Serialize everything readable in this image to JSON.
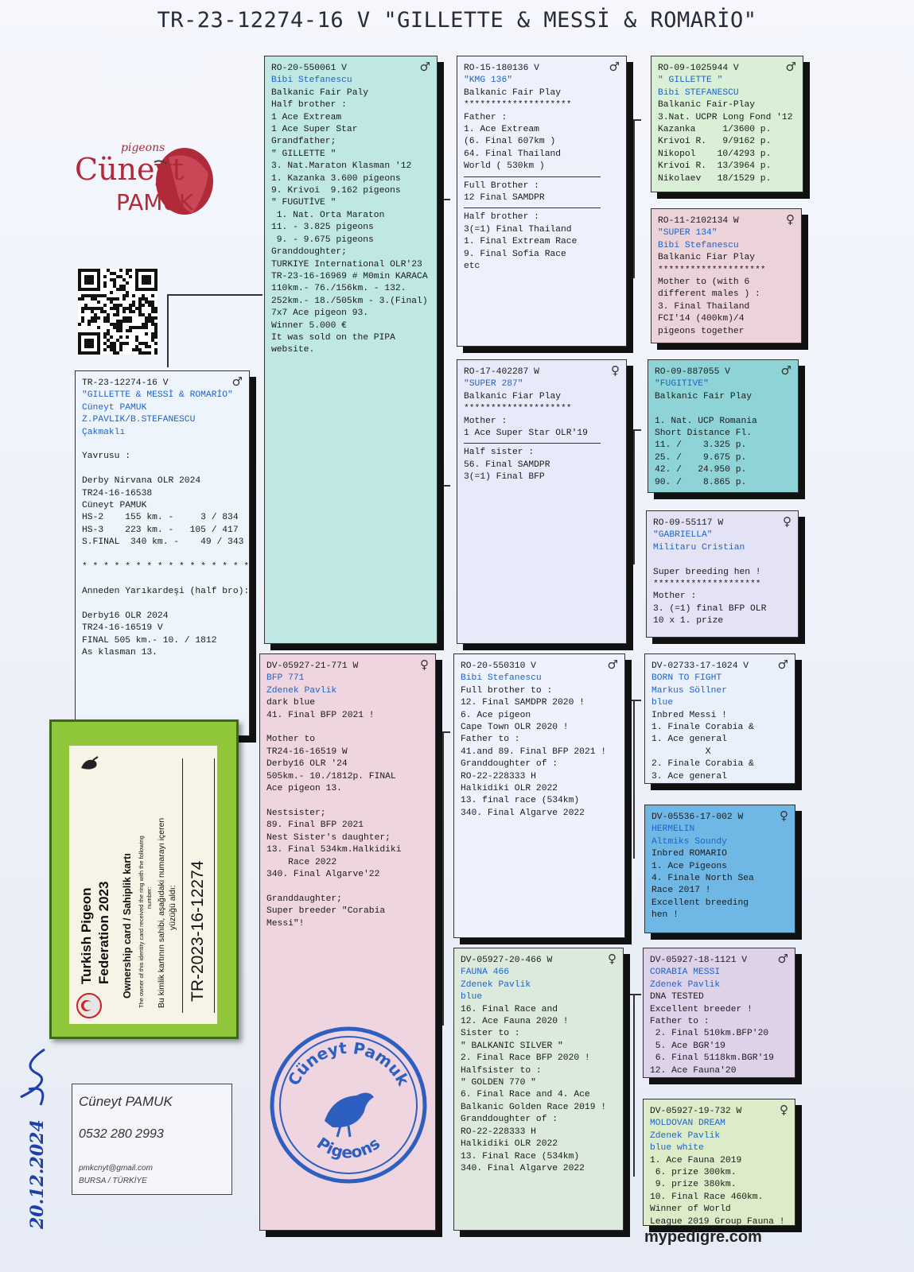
{
  "title": "TR-23-12274-16 V \"GILLETTE & MESSİ & ROMARİO\"",
  "logo": {
    "top": "pigeons",
    "main": "Cüneyt",
    "sub": "PAMUK"
  },
  "subject": {
    "sex": "♂",
    "lines": [
      {
        "t": "TR-23-12274-16 V",
        "c": "ring"
      },
      {
        "t": "\"GILLETTE & MESSİ & ROMARİO\"",
        "c": "name"
      },
      {
        "t": "Cüneyt PAMUK",
        "c": "owner"
      },
      {
        "t": "Z.PAVLIK/B.STEFANESCU",
        "c": "owner"
      },
      {
        "t": "Çakmaklı",
        "c": "owner"
      },
      {
        "t": " ",
        "c": "plain"
      },
      {
        "t": "Yavrusu :",
        "c": "plain"
      },
      {
        "t": " ",
        "c": "plain"
      },
      {
        "t": "Derby Nirvana OLR 2024",
        "c": "plain"
      },
      {
        "t": "TR24-16-16538",
        "c": "plain"
      },
      {
        "t": "Cüneyt PAMUK",
        "c": "plain"
      },
      {
        "t": "HS-2    155 km. -     3 / 834",
        "c": "plain"
      },
      {
        "t": "HS-3    223 km. -   105 / 417",
        "c": "plain"
      },
      {
        "t": "S.FINAL  340 km. -    49 / 343",
        "c": "plain"
      },
      {
        "t": " ",
        "c": "plain"
      },
      {
        "t": "* * * * * * * * * * * * * * * *",
        "c": "plain"
      },
      {
        "t": " ",
        "c": "plain"
      },
      {
        "t": "Anneden Yarıkardeşi (half bro):",
        "c": "plain"
      },
      {
        "t": " ",
        "c": "plain"
      },
      {
        "t": "Derby16 OLR 2024",
        "c": "plain"
      },
      {
        "t": "TR24-16-16519 V",
        "c": "plain"
      },
      {
        "t": "FINAL 505 km.- 10. / 1812",
        "c": "plain"
      },
      {
        "t": "As klasman 13.",
        "c": "plain"
      }
    ]
  },
  "sire": {
    "sex": "♂",
    "lines": [
      {
        "t": "RO-20-550061 V",
        "c": "ring"
      },
      {
        "t": "Bibi Stefanescu",
        "c": "name"
      },
      {
        "t": "Balkanic Fair Paly",
        "c": "plain"
      },
      {
        "t": "Half brother :",
        "c": "plain"
      },
      {
        "t": "1 Ace Extream",
        "c": "plain"
      },
      {
        "t": "1 Ace Super Star",
        "c": "plain"
      },
      {
        "t": "Grandfather;",
        "c": "plain"
      },
      {
        "t": "\" GILLETTE \"",
        "c": "plain"
      },
      {
        "t": "3. Nat.Maraton Klasman '12",
        "c": "plain"
      },
      {
        "t": "1. Kazanka 3.600 pigeons",
        "c": "plain"
      },
      {
        "t": "9. Krivoi  9.162 pigeons",
        "c": "plain"
      },
      {
        "t": "\" FUGUTİVE \"",
        "c": "plain"
      },
      {
        "t": " 1. Nat. Orta Maraton",
        "c": "plain"
      },
      {
        "t": "11. - 3.825 pigeons",
        "c": "plain"
      },
      {
        "t": " 9. - 9.675 pigeons",
        "c": "plain"
      },
      {
        "t": "Granddoughter;",
        "c": "plain"
      },
      {
        "t": "TURKIYE International OLR'23",
        "c": "plain"
      },
      {
        "t": "TR-23-16-16969 # M0min KARACA",
        "c": "plain"
      },
      {
        "t": "110km.- 76./156km. - 132.",
        "c": "plain"
      },
      {
        "t": "252km.- 18./505km - 3.(Final)",
        "c": "plain"
      },
      {
        "t": "7x7 Ace pigeon 93.",
        "c": "plain"
      },
      {
        "t": "Winner 5.000 €",
        "c": "plain"
      },
      {
        "t": "It was sold on the PIPA",
        "c": "plain"
      },
      {
        "t": "website.",
        "c": "plain"
      }
    ]
  },
  "dam": {
    "sex": "♀",
    "lines": [
      {
        "t": "DV-05927-21-771 W",
        "c": "ring"
      },
      {
        "t": "BFP 771",
        "c": "name"
      },
      {
        "t": "Zdenek Pavlik",
        "c": "name"
      },
      {
        "t": "dark blue",
        "c": "plain"
      },
      {
        "t": "41. Final BFP 2021 !",
        "c": "plain"
      },
      {
        "t": " ",
        "c": "plain"
      },
      {
        "t": "Mother to",
        "c": "plain"
      },
      {
        "t": "TR24-16-16519 W",
        "c": "plain"
      },
      {
        "t": "Derby16 OLR '24",
        "c": "plain"
      },
      {
        "t": "505km.- 10./1812p. FINAL",
        "c": "plain"
      },
      {
        "t": "Ace pigeon 13.",
        "c": "plain"
      },
      {
        "t": " ",
        "c": "plain"
      },
      {
        "t": "Nestsister;",
        "c": "plain"
      },
      {
        "t": "89. Final BFP 2021",
        "c": "plain"
      },
      {
        "t": "Nest Sister's daughter;",
        "c": "plain"
      },
      {
        "t": "13. Final 534km.Halkidiki",
        "c": "plain"
      },
      {
        "t": "    Race 2022",
        "c": "plain"
      },
      {
        "t": "340. Final Algarve'22",
        "c": "plain"
      },
      {
        "t": " ",
        "c": "plain"
      },
      {
        "t": "Granddaughter;",
        "c": "plain"
      },
      {
        "t": "Super breeder \"Corabia",
        "c": "plain"
      },
      {
        "t": "Messi\"!",
        "c": "plain"
      }
    ]
  },
  "ss": {
    "sex": "♂",
    "lines": [
      {
        "t": "RO-15-180136 V",
        "c": "ring"
      },
      {
        "t": "\"KMG 136\"",
        "c": "name"
      },
      {
        "t": "Balkanic Fair Play",
        "c": "plain"
      },
      {
        "t": "********************",
        "c": "plain"
      },
      {
        "t": "Father :",
        "c": "plain"
      },
      {
        "t": "1. Ace Extream",
        "c": "plain"
      },
      {
        "t": "(6. Final 607km )",
        "c": "plain"
      },
      {
        "t": "64. Final Thailand",
        "c": "plain"
      },
      {
        "t": "World ( 530km )",
        "c": "plain"
      },
      {
        "t": "---",
        "c": "hr"
      },
      {
        "t": "Full Brother :",
        "c": "plain"
      },
      {
        "t": "12 Final SAMDPR",
        "c": "plain"
      },
      {
        "t": "---",
        "c": "hr"
      },
      {
        "t": "Half brother :",
        "c": "plain"
      },
      {
        "t": "3(=1) Final Thailand",
        "c": "plain"
      },
      {
        "t": "1. Final Extream Race",
        "c": "plain"
      },
      {
        "t": "9. Final Sofia Race",
        "c": "plain"
      },
      {
        "t": "etc",
        "c": "plain"
      }
    ]
  },
  "sd": {
    "sex": "♀",
    "lines": [
      {
        "t": "RO-17-402287 W",
        "c": "ring"
      },
      {
        "t": "\"SUPER 287\"",
        "c": "name"
      },
      {
        "t": "Balkanic Fiar Play",
        "c": "plain"
      },
      {
        "t": "********************",
        "c": "plain"
      },
      {
        "t": "Mother :",
        "c": "plain"
      },
      {
        "t": "1 Ace Super Star OLR'19",
        "c": "plain"
      },
      {
        "t": "---",
        "c": "hr"
      },
      {
        "t": "Half sister :",
        "c": "plain"
      },
      {
        "t": "56. Final SAMDPR",
        "c": "plain"
      },
      {
        "t": "3(=1) Final BFP",
        "c": "plain"
      }
    ]
  },
  "ds": {
    "sex": "♂",
    "lines": [
      {
        "t": "RO-20-550310 V",
        "c": "ring"
      },
      {
        "t": "Bibi Stefanescu",
        "c": "name"
      },
      {
        "t": "Full brother to :",
        "c": "plain"
      },
      {
        "t": "12. Final SAMDPR 2020 !",
        "c": "plain"
      },
      {
        "t": "6. Ace pigeon",
        "c": "plain"
      },
      {
        "t": "Cape Town OLR 2020 !",
        "c": "plain"
      },
      {
        "t": "Father to :",
        "c": "plain"
      },
      {
        "t": "41.and 89. Final BFP 2021 !",
        "c": "plain"
      },
      {
        "t": "Granddoughter of :",
        "c": "plain"
      },
      {
        "t": "RO-22-228333 H",
        "c": "plain"
      },
      {
        "t": "Halkidiki OLR 2022",
        "c": "plain"
      },
      {
        "t": "13. final race (534km)",
        "c": "plain"
      },
      {
        "t": "340. Final Algarve 2022",
        "c": "plain"
      }
    ]
  },
  "dd": {
    "sex": "♀",
    "lines": [
      {
        "t": "DV-05927-20-466 W",
        "c": "ring"
      },
      {
        "t": "FAUNA 466",
        "c": "name"
      },
      {
        "t": "Zdenek Pavlik",
        "c": "name"
      },
      {
        "t": "blue",
        "c": "name"
      },
      {
        "t": "16. Final Race and",
        "c": "plain"
      },
      {
        "t": "12. Ace Fauna 2020 !",
        "c": "plain"
      },
      {
        "t": "Sister to :",
        "c": "plain"
      },
      {
        "t": "\" BALKANIC SILVER \"",
        "c": "plain"
      },
      {
        "t": "2. Final Race BFP 2020 !",
        "c": "plain"
      },
      {
        "t": "Halfsister to :",
        "c": "plain"
      },
      {
        "t": "\" GOLDEN 770 \"",
        "c": "plain"
      },
      {
        "t": "6. Final Race and 4. Ace",
        "c": "plain"
      },
      {
        "t": "Balkanic Golden Race 2019 !",
        "c": "plain"
      },
      {
        "t": "Granddoughter of :",
        "c": "plain"
      },
      {
        "t": "RO-22-228333 H",
        "c": "plain"
      },
      {
        "t": "Halkidiki OLR 2022",
        "c": "plain"
      },
      {
        "t": "13. Final Race (534km)",
        "c": "plain"
      },
      {
        "t": "340. Final Algarve 2022",
        "c": "plain"
      }
    ]
  },
  "sss": {
    "sex": "♂",
    "lines": [
      {
        "t": "RO-09-1025944 V",
        "c": "ring"
      },
      {
        "t": "\" GILLETTE \"",
        "c": "name"
      },
      {
        "t": "Bibi STEFANESCU",
        "c": "name"
      },
      {
        "t": "Balkanic Fair-Play",
        "c": "plain"
      },
      {
        "t": "3.Nat. UCPR Long Fond '12",
        "c": "plain"
      },
      {
        "t": "Kazanka     1/3600 p.",
        "c": "plain"
      },
      {
        "t": "Krivoi R.   9/9162 p.",
        "c": "plain"
      },
      {
        "t": "Nikopol    10/4293 p.",
        "c": "plain"
      },
      {
        "t": "Krivoi R.  13/3964 p.",
        "c": "plain"
      },
      {
        "t": "Nikolaev   18/1529 p.",
        "c": "plain"
      }
    ]
  },
  "ssd": {
    "sex": "♀",
    "lines": [
      {
        "t": "RO-11-2102134 W",
        "c": "ring"
      },
      {
        "t": "\"SUPER 134\"",
        "c": "name"
      },
      {
        "t": "Bibi Stefanescu",
        "c": "name"
      },
      {
        "t": "Balkanic Fiar Play",
        "c": "plain"
      },
      {
        "t": "********************",
        "c": "plain"
      },
      {
        "t": "Mother to (with 6",
        "c": "plain"
      },
      {
        "t": "different males ) :",
        "c": "plain"
      },
      {
        "t": "3. Final Thailand",
        "c": "plain"
      },
      {
        "t": "FCI'14 (400km)/4",
        "c": "plain"
      },
      {
        "t": "pigeons together",
        "c": "plain"
      }
    ]
  },
  "sds": {
    "sex": "♂",
    "lines": [
      {
        "t": "RO-09-887055 V",
        "c": "ring"
      },
      {
        "t": "\"FUGITIVE\"",
        "c": "name"
      },
      {
        "t": "Balkanic Fair Play",
        "c": "plain"
      },
      {
        "t": " ",
        "c": "plain"
      },
      {
        "t": "1. Nat. UCP Romania",
        "c": "plain"
      },
      {
        "t": "Short Distance Fl.",
        "c": "plain"
      },
      {
        "t": "11. /    3.325 p.",
        "c": "plain"
      },
      {
        "t": "25. /    9.675 p.",
        "c": "plain"
      },
      {
        "t": "42. /   24.950 p.",
        "c": "plain"
      },
      {
        "t": "90. /    8.865 p.",
        "c": "plain"
      }
    ]
  },
  "sdd": {
    "sex": "♀",
    "lines": [
      {
        "t": "RO-09-55117 W",
        "c": "ring"
      },
      {
        "t": "\"GABRIELLA\"",
        "c": "name"
      },
      {
        "t": "Militaru Cristian",
        "c": "name"
      },
      {
        "t": " ",
        "c": "plain"
      },
      {
        "t": "Super breeding hen !",
        "c": "plain"
      },
      {
        "t": "********************",
        "c": "plain"
      },
      {
        "t": "Mother :",
        "c": "plain"
      },
      {
        "t": "3. (=1) final BFP OLR",
        "c": "plain"
      },
      {
        "t": "10 x 1. prize",
        "c": "plain"
      }
    ]
  },
  "dss": {
    "sex": "♂",
    "lines": [
      {
        "t": "DV-02733-17-1024 V",
        "c": "ring"
      },
      {
        "t": "BORN TO FIGHT",
        "c": "name"
      },
      {
        "t": "Markus Söllner",
        "c": "name"
      },
      {
        "t": "blue",
        "c": "name"
      },
      {
        "t": "Inbred Messi !",
        "c": "plain"
      },
      {
        "t": "1. Finale Corabia &",
        "c": "plain"
      },
      {
        "t": "1. Ace general",
        "c": "plain"
      },
      {
        "t": "          X",
        "c": "plain"
      },
      {
        "t": "2. Finale Corabia &",
        "c": "plain"
      },
      {
        "t": "3. Ace general",
        "c": "plain"
      }
    ]
  },
  "dsd": {
    "sex": "♀",
    "lines": [
      {
        "t": "DV-05536-17-002 W",
        "c": "ring"
      },
      {
        "t": "HERMELIN",
        "c": "name"
      },
      {
        "t": "Altmiks Soundy",
        "c": "name"
      },
      {
        "t": "Inbred ROMARIO",
        "c": "plain"
      },
      {
        "t": "1. Ace Pigeons",
        "c": "plain"
      },
      {
        "t": "4. Finale North Sea",
        "c": "plain"
      },
      {
        "t": "Race 2017 !",
        "c": "plain"
      },
      {
        "t": "Excellent breeding",
        "c": "plain"
      },
      {
        "t": "hen !",
        "c": "plain"
      }
    ]
  },
  "dds": {
    "sex": "♂",
    "lines": [
      {
        "t": "DV-05927-18-1121 V",
        "c": "ring"
      },
      {
        "t": "CORABIA MESSI",
        "c": "name"
      },
      {
        "t": "Zdenek Pavlik",
        "c": "name"
      },
      {
        "t": "DNA TESTED",
        "c": "plain"
      },
      {
        "t": "Excellent breeder !",
        "c": "plain"
      },
      {
        "t": "Father to :",
        "c": "plain"
      },
      {
        "t": " 2. Final 510km.BFP'20",
        "c": "plain"
      },
      {
        "t": " 5. Ace BGR'19",
        "c": "plain"
      },
      {
        "t": " 6. Final 5118km.BGR'19",
        "c": "plain"
      },
      {
        "t": "12. Ace Fauna'20",
        "c": "plain"
      }
    ]
  },
  "ddd": {
    "sex": "♀",
    "lines": [
      {
        "t": "DV-05927-19-732 W",
        "c": "ring"
      },
      {
        "t": "MOLDOVAN DREAM",
        "c": "name"
      },
      {
        "t": "Zdenek Pavlik",
        "c": "name"
      },
      {
        "t": "blue white",
        "c": "name"
      },
      {
        "t": "1. Ace Fauna 2019",
        "c": "plain"
      },
      {
        "t": " 6. prize 300km.",
        "c": "plain"
      },
      {
        "t": " 9. prize 380km.",
        "c": "plain"
      },
      {
        "t": "10. Final Race 460km.",
        "c": "plain"
      },
      {
        "t": "Winner of World",
        "c": "plain"
      },
      {
        "t": "League 2019 Group Fauna !",
        "c": "plain"
      }
    ]
  },
  "federation_card": {
    "org1": "Turkish Pigeon",
    "org2": "Federation 2023",
    "card_title": "Ownership card / Sahiplik kartı",
    "en_text1": "The owner of this identity card received the ring with the following",
    "en_text2": "number:",
    "tr_text1": "Bu kimlik kartının sahibi, aşağıdaki numarayı içeren",
    "tr_text2": "yüzüğü aldı:",
    "ring": "TR-2023-16-12274"
  },
  "contact": {
    "name": "Cüneyt PAMUK",
    "phone": "0532 280 2993",
    "email": "pmkcnyt@gmail.com",
    "city": "BURSA / TÜRKİYE"
  },
  "stamp": {
    "top": "Cüneyt Pamuk",
    "bottom": "Pigeons"
  },
  "signature_date": "20.12.2024",
  "website": "mypedigre.com",
  "colors": {
    "subject": "#eef4fc",
    "sire": "#bfe7e4",
    "dam": "#efd5e0",
    "ss": "#eef1fb",
    "sd": "#e9eaf9",
    "ds": "#eef2fc",
    "dd": "#dce9dd",
    "sss": "#d9efd6",
    "ssd": "#ecd3d9",
    "sds": "#8ed3d6",
    "sdd": "#e4e3f6",
    "dss": "#eaf0fb",
    "dsd": "#6fb8e6",
    "dds": "#ddd2e8",
    "ddd": "#dcecc9"
  }
}
